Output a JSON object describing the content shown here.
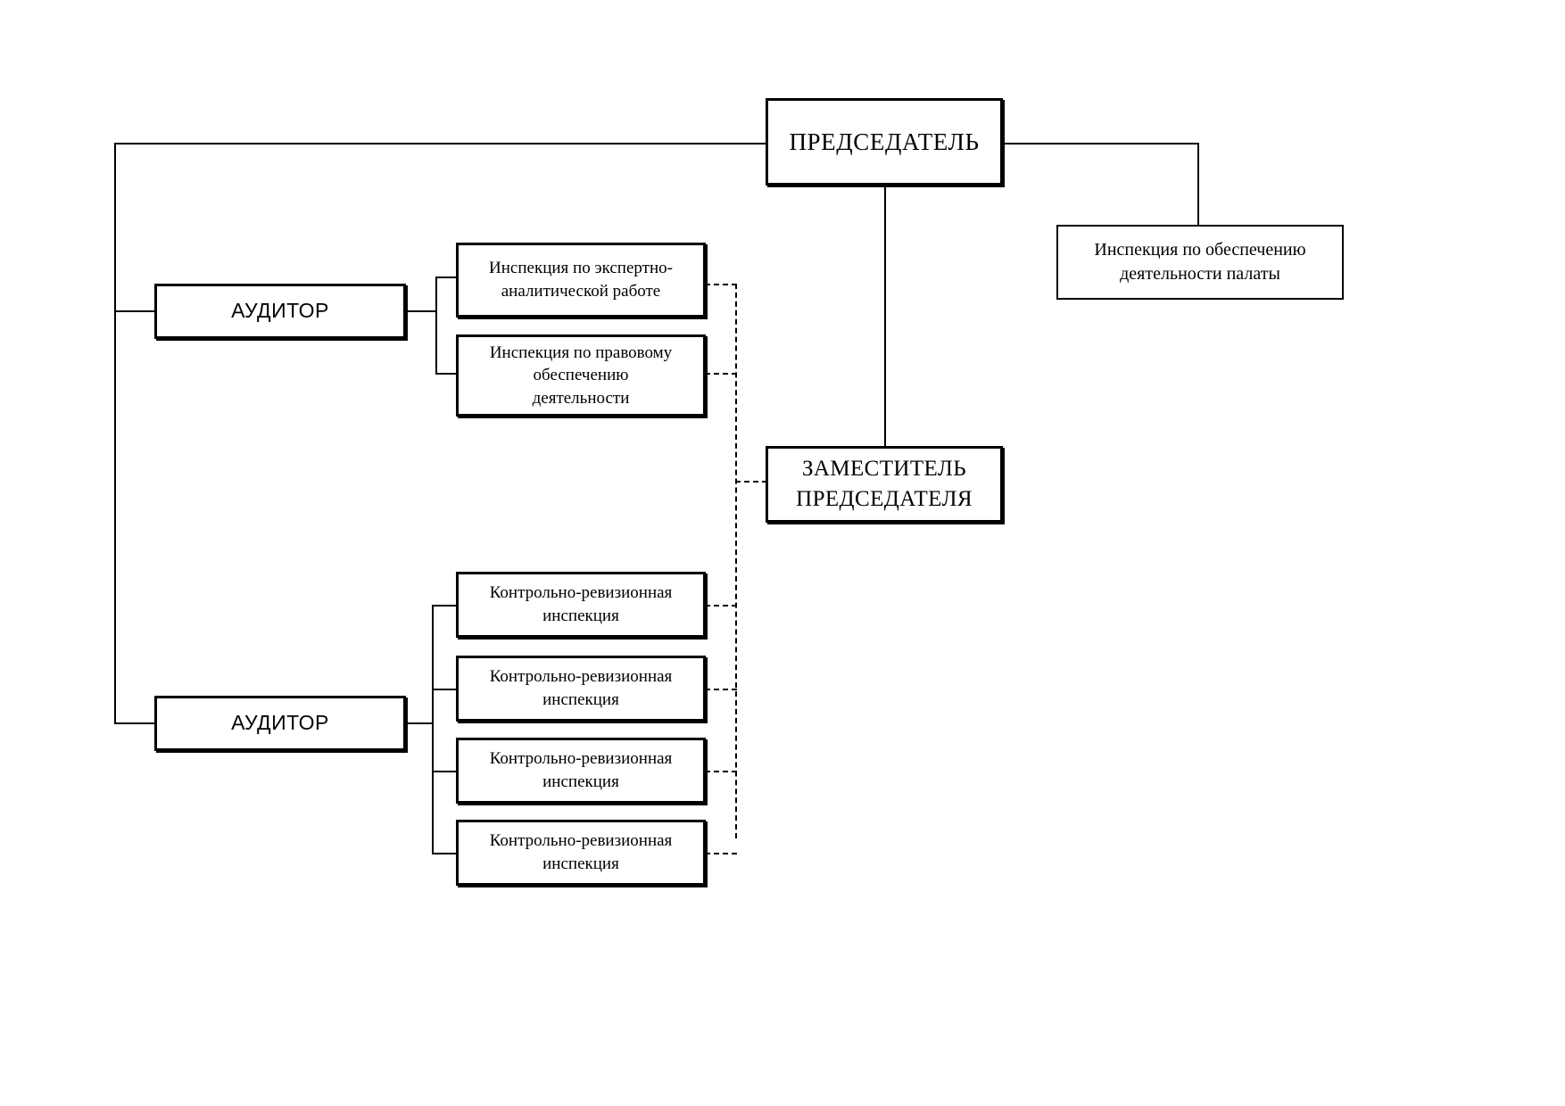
{
  "diagram": {
    "title_text": "",
    "colors": {
      "line": "#000000",
      "box_border": "#000000",
      "background": "#ffffff"
    },
    "nodes": {
      "chairman": {
        "label": "ПРЕДСЕДАТЕЛЬ"
      },
      "deputy_chairman": {
        "label": "ЗАМЕСТИТЕЛЬ\nПРЕДСЕДАТЕЛЯ"
      },
      "support_inspection": {
        "label": "Инспекция  по обеспечению\nдеятельности палаты"
      },
      "auditor_top": {
        "label": "АУДИТОР"
      },
      "auditor_bottom": {
        "label": "АУДИТОР"
      },
      "inspection_expert": {
        "label": "Инспекция  по экспертно-\nаналитической работе"
      },
      "inspection_legal": {
        "label": "Инспекция  по правовому\nобеспечению\nдеятельности"
      },
      "audit_inspection_1": {
        "label": "Контрольно-ревизионная\nинспекция"
      },
      "audit_inspection_2": {
        "label": "Контрольно-ревизионная\nинспекция"
      },
      "audit_inspection_3": {
        "label": "Контрольно-ревизионная\nинспекция"
      },
      "audit_inspection_4": {
        "label": "Контрольно-ревизионная\nинспекция"
      }
    },
    "edges": [
      {
        "from": "chairman",
        "to": "auditor_top",
        "style": "solid"
      },
      {
        "from": "chairman",
        "to": "auditor_bottom",
        "style": "solid"
      },
      {
        "from": "chairman",
        "to": "deputy_chairman",
        "style": "solid"
      },
      {
        "from": "chairman",
        "to": "support_inspection",
        "style": "solid"
      },
      {
        "from": "auditor_top",
        "to": "inspection_expert",
        "style": "solid"
      },
      {
        "from": "auditor_top",
        "to": "inspection_legal",
        "style": "solid"
      },
      {
        "from": "auditor_bottom",
        "to": "audit_inspection_1",
        "style": "solid"
      },
      {
        "from": "auditor_bottom",
        "to": "audit_inspection_2",
        "style": "solid"
      },
      {
        "from": "auditor_bottom",
        "to": "audit_inspection_3",
        "style": "solid"
      },
      {
        "from": "auditor_bottom",
        "to": "audit_inspection_4",
        "style": "solid"
      },
      {
        "from": "deputy_chairman",
        "to": "inspection_expert",
        "style": "dashed"
      },
      {
        "from": "deputy_chairman",
        "to": "inspection_legal",
        "style": "dashed"
      },
      {
        "from": "deputy_chairman",
        "to": "audit_inspection_1",
        "style": "dashed"
      },
      {
        "from": "deputy_chairman",
        "to": "audit_inspection_2",
        "style": "dashed"
      },
      {
        "from": "deputy_chairman",
        "to": "audit_inspection_3",
        "style": "dashed"
      },
      {
        "from": "deputy_chairman",
        "to": "audit_inspection_4",
        "style": "dashed"
      }
    ]
  }
}
